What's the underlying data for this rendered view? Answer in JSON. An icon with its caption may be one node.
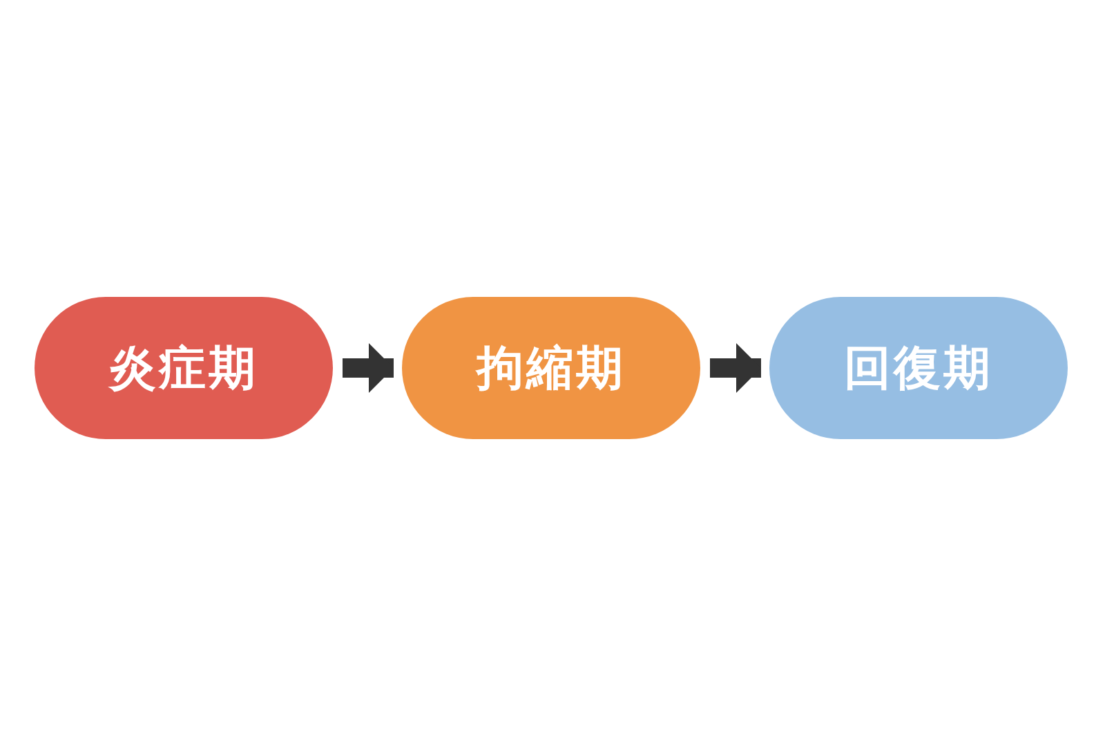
{
  "diagram": {
    "nodes": [
      {
        "text": [
          "炎症期"
        ]
      },
      {
        "text": [
          "拘縮期"
        ]
      },
      {
        "text": [
          "回復期"
        ]
      }
    ],
    "edges": [
      {
        "from": 0,
        "to": 1,
        "arrow": "to"
      },
      {
        "from": 1,
        "to": 2,
        "arrow": "to"
      }
    ]
  }
}
